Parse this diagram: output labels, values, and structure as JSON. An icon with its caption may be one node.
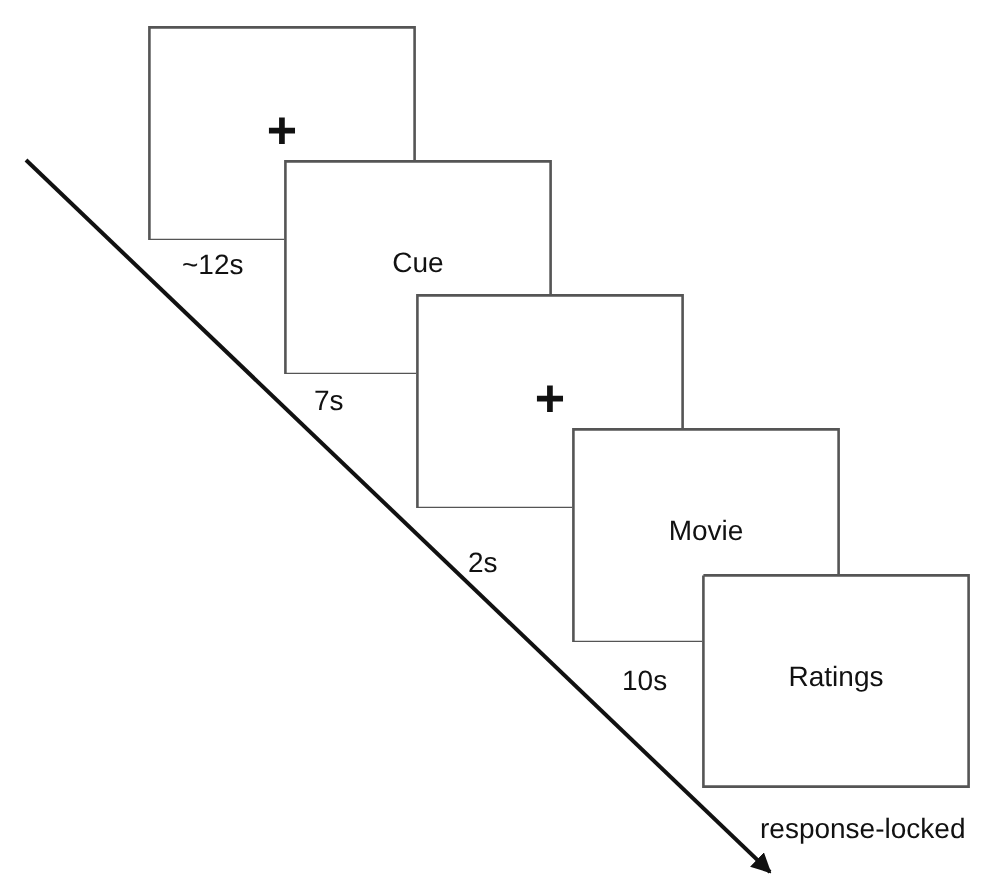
{
  "diagram": {
    "nodes": [
      {
        "text": [
          "+"
        ],
        "beside": [
          "~12s"
        ]
      },
      {
        "text": [
          "Cue"
        ],
        "beside": [
          "7s"
        ]
      },
      {
        "text": [
          "+"
        ],
        "beside": [
          "2s"
        ]
      },
      {
        "text": [
          "Movie"
        ],
        "beside": [
          "10s"
        ]
      },
      {
        "text": [
          "Ratings"
        ],
        "beside": [
          "response-locked"
        ]
      }
    ]
  }
}
